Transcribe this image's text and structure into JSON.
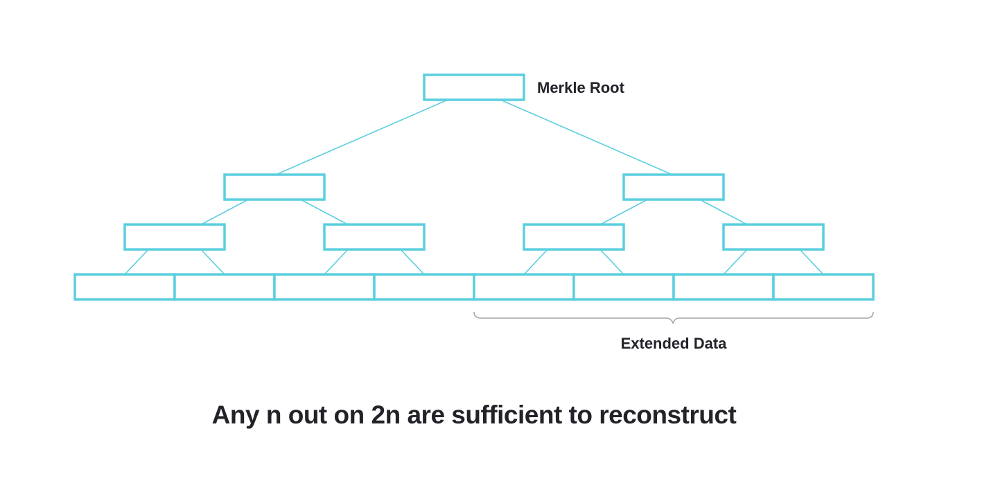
{
  "diagram": {
    "root_label": "Merkle Root",
    "extended_label": "Extended Data",
    "caption": "Any n out on 2n are sufficient to reconstruct",
    "colors": {
      "node_stroke": "#5bcfdf",
      "edge": "#5bcfdf",
      "brace": "#a6a6a6",
      "text": "#222328"
    },
    "tree": {
      "levels": 4,
      "leaf_count": 8,
      "original_leaves": 4,
      "extended_leaves": 4
    }
  }
}
